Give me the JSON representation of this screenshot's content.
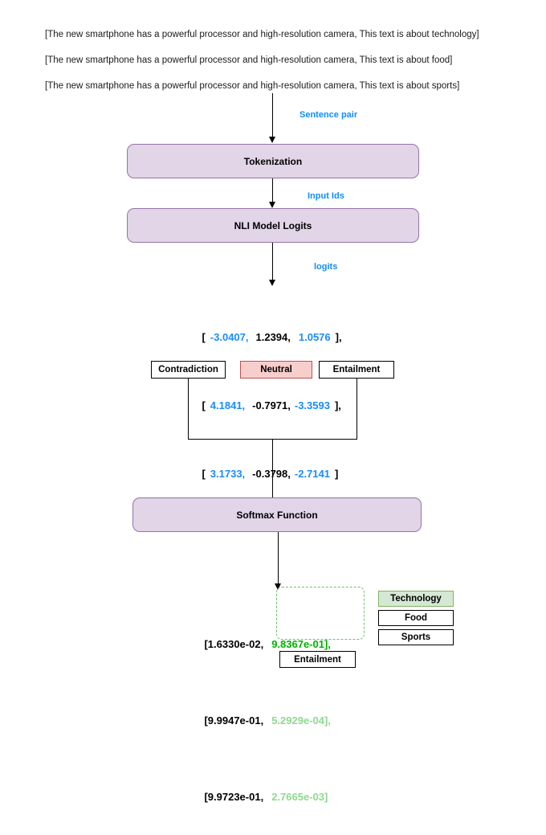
{
  "inputs": {
    "sentences": [
      "[The new smartphone has a powerful processor and high-resolution camera, This text is about technology]",
      "[The new smartphone has a powerful processor and high-resolution camera, This text is about food]",
      "[The new smartphone has a powerful processor and high-resolution camera, This text is about sports]"
    ]
  },
  "edge_labels": {
    "sentence_pair": "Sentence pair",
    "input_ids": "Input Ids",
    "logits": "logits"
  },
  "process_boxes": {
    "tokenization": "Tokenization",
    "nli_model": "NLI Model Logits",
    "softmax": "Softmax Function"
  },
  "logits_matrix": {
    "rows": [
      {
        "open": "[",
        "c1": "-3.0407,",
        "c2": "1.2394,",
        "c3": "1.0576",
        "close": "],"
      },
      {
        "open": "[",
        "c1": "4.1841,",
        "c2": "-0.7971,",
        "c3": "-3.3593",
        "close": "],"
      },
      {
        "open": "[",
        "c1": "3.1733,",
        "c2": "-0.3798,",
        "c3": "-2.7141",
        "close": "]"
      }
    ]
  },
  "class_labels": {
    "contradiction": "Contradiction",
    "neutral": "Neutral",
    "entailment": "Entailment"
  },
  "probabilities": {
    "rows": [
      {
        "first": "[1.6330e-02,",
        "second": "9.8367e-01],",
        "emphasis": "dark"
      },
      {
        "first": "[9.9947e-01,",
        "second": "5.2929e-04],",
        "emphasis": "light"
      },
      {
        "first": "[9.9723e-01,",
        "second": "2.7665e-03]",
        "emphasis": "light"
      }
    ]
  },
  "categories": [
    {
      "label": "Technology",
      "selected": true
    },
    {
      "label": "Food",
      "selected": false
    },
    {
      "label": "Sports",
      "selected": false
    }
  ],
  "result": {
    "label": "Entailment"
  },
  "colors": {
    "process_fill": "#e1d5e7",
    "process_border": "#9673a6",
    "edge_label": "#108cff",
    "neutral_fill": "#f8cecc",
    "neutral_border": "#b85450",
    "selected_fill": "#d5e8d4",
    "selected_border": "#82b366",
    "highlight_dash": "#6ec06e",
    "prob_dark": "#00b000",
    "prob_light": "#8fd98f"
  }
}
